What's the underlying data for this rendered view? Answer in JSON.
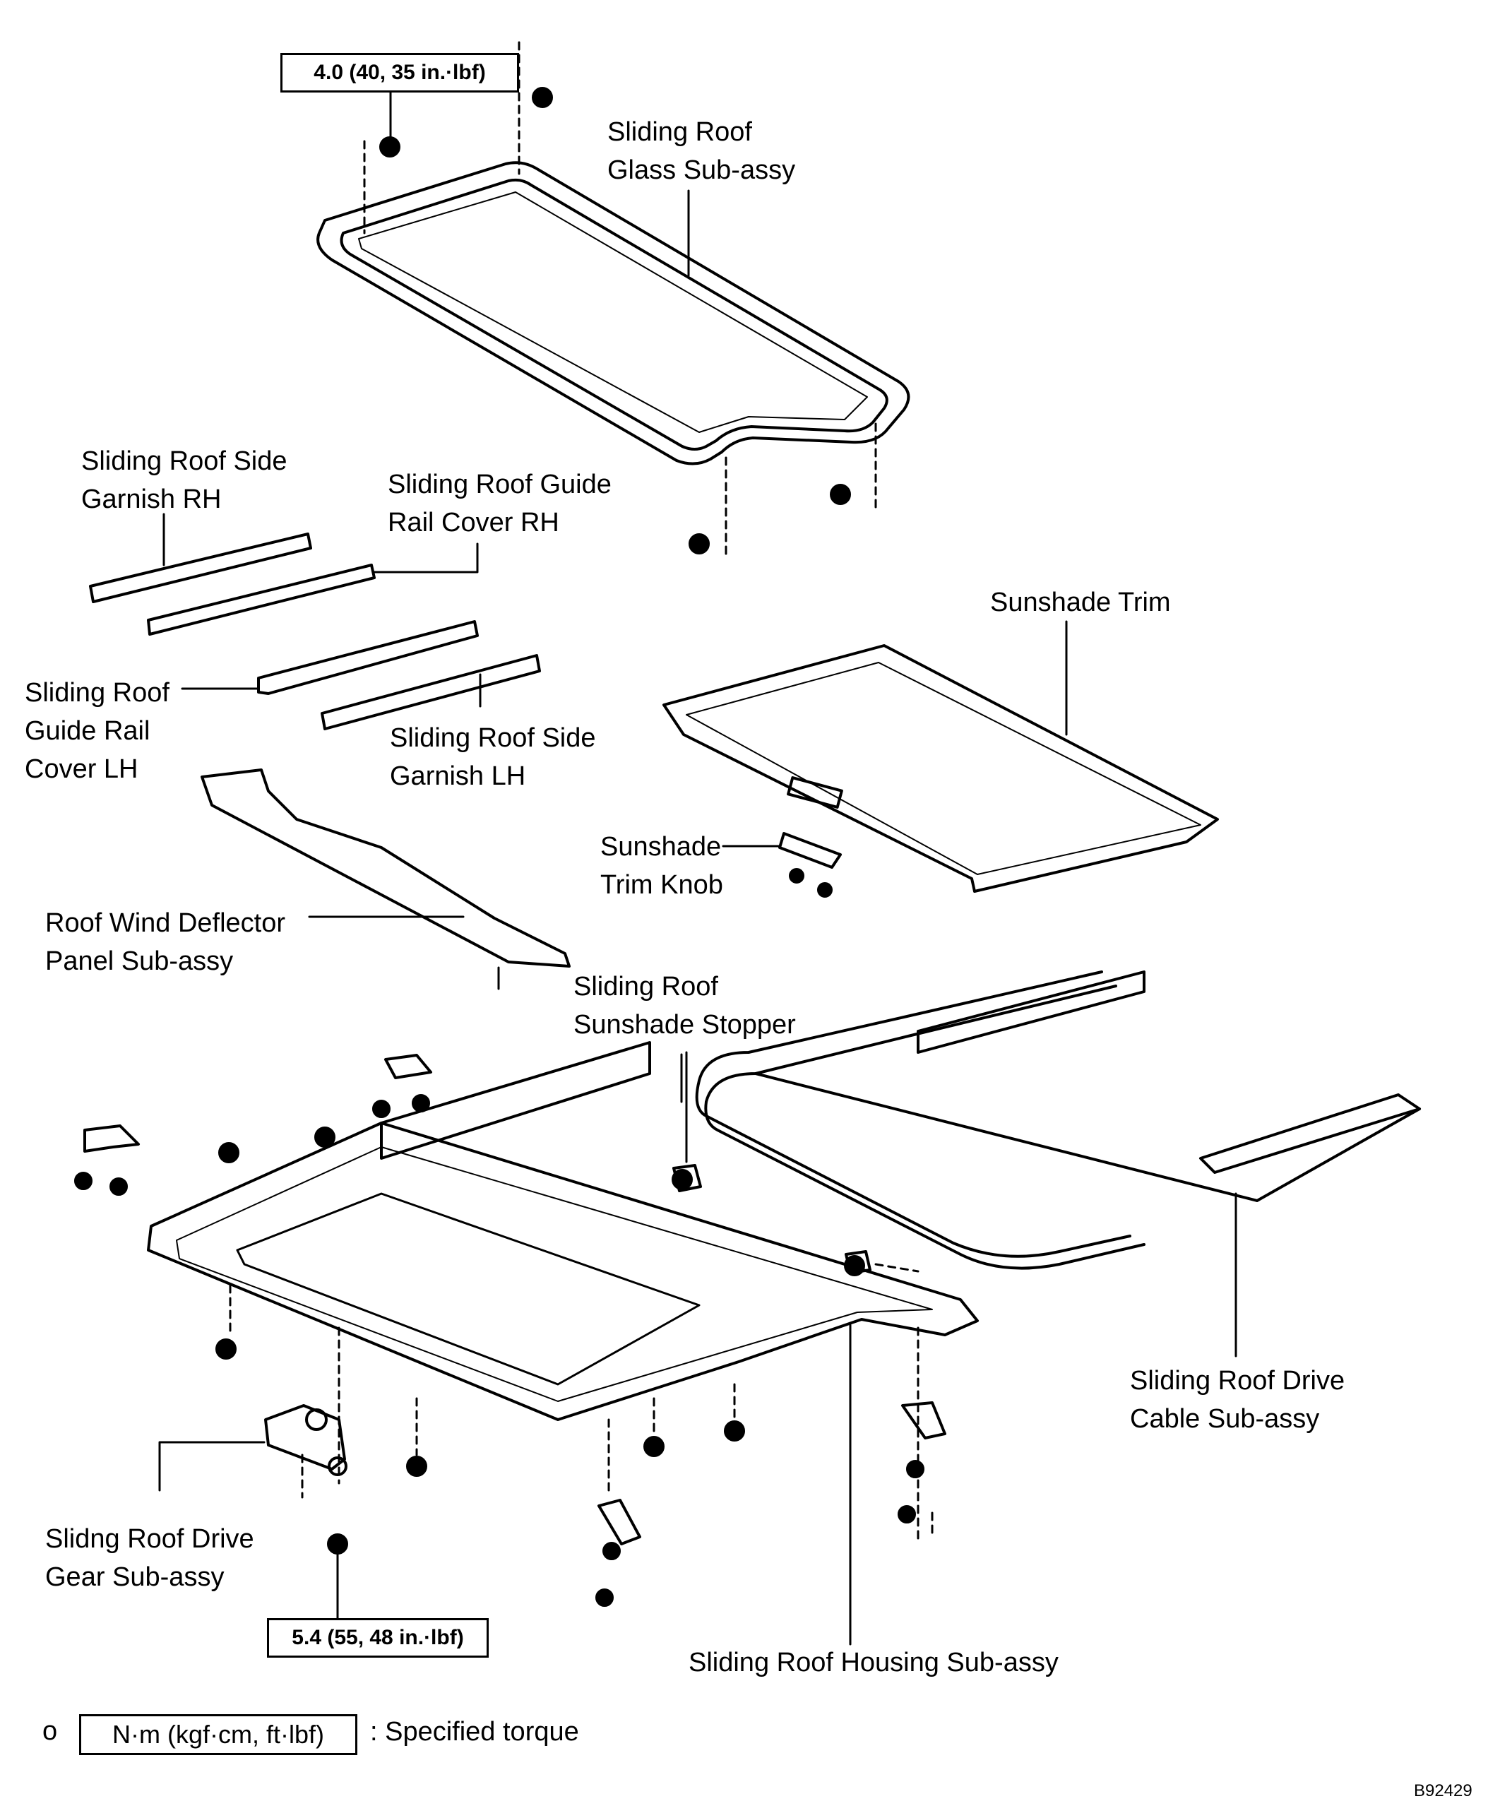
{
  "torque_specs": {
    "top": "4.0 (40, 35 in.·lbf)",
    "bottom": "5.4 (55, 48 in.·lbf)"
  },
  "labels": {
    "glass": [
      "Sliding Roof",
      "Glass Sub-assy"
    ],
    "side_garnish_rh": [
      "Sliding Roof Side",
      "Garnish RH"
    ],
    "guide_rail_cover_rh": [
      "Sliding Roof Guide",
      "Rail Cover RH"
    ],
    "sunshade_trim": [
      "Sunshade Trim"
    ],
    "guide_rail_cover_lh": [
      "Sliding Roof",
      "Guide Rail",
      "Cover LH"
    ],
    "side_garnish_lh": [
      "Sliding Roof Side",
      "Garnish LH"
    ],
    "sunshade_knob": [
      "Sunshade",
      "Trim Knob"
    ],
    "wind_deflector": [
      "Roof Wind Deflector",
      "Panel Sub-assy"
    ],
    "sunshade_stopper": [
      "Sliding Roof",
      "Sunshade Stopper"
    ],
    "drive_cable": [
      "Sliding Roof Drive",
      "Cable Sub-assy"
    ],
    "drive_gear": [
      "Slidng Roof Drive",
      "Gear Sub-assy"
    ],
    "housing": [
      "Sliding Roof Housing Sub-assy"
    ]
  },
  "legend": {
    "symbol": "o",
    "unit": "N·m (kgf·cm, ft·lbf)",
    "description": ": Specified torque"
  },
  "figure_id": "B92429"
}
